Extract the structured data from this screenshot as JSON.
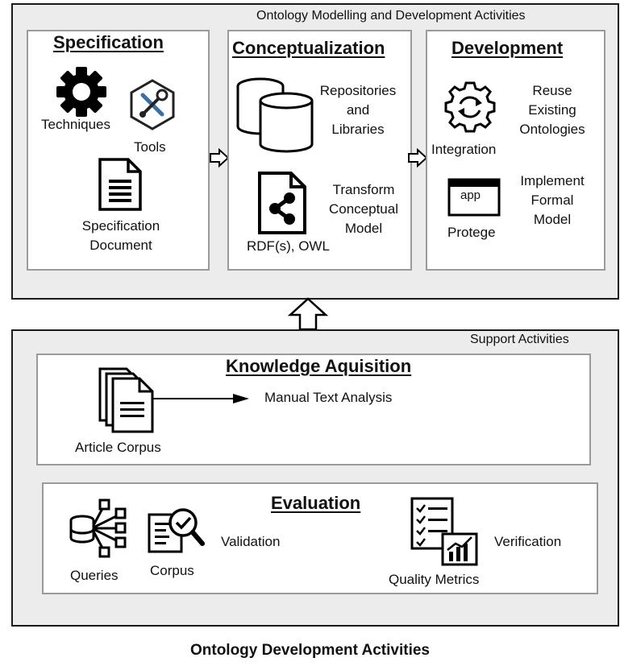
{
  "top_panel": {
    "title": "Ontology Modelling and Development Activities",
    "specification": {
      "heading": "Specification",
      "techniques": "Techniques",
      "tools": "Tools",
      "document_line1": "Specification",
      "document_line2": "Document"
    },
    "conceptualization": {
      "heading": "Conceptualization",
      "repos_line1": "Repositories",
      "repos_line2": "and",
      "repos_line3": "Libraries",
      "transform_line1": "Transform",
      "transform_line2": "Conceptual",
      "transform_line3": "Model",
      "rdf": "RDF(s), OWL"
    },
    "development": {
      "heading": "Development",
      "reuse_line1": "Reuse",
      "reuse_line2": "Existing",
      "reuse_line3": "Ontologies",
      "integration": "Integration",
      "app_label": "app",
      "implement_line1": "Implement",
      "implement_line2": "Formal",
      "implement_line3": "Model",
      "protege": "Protege"
    }
  },
  "bottom_panel": {
    "title": "Support Activities",
    "knowledge": {
      "heading": "Knowledge Aquisition",
      "analysis": "Manual Text Analysis",
      "corpus": "Article Corpus"
    },
    "evaluation": {
      "heading": "Evaluation",
      "queries": "Queries",
      "corpus": "Corpus",
      "validation": "Validation",
      "quality": "Quality Metrics",
      "verification": "Verification"
    }
  },
  "caption": "Ontology Development Activities",
  "icons": [
    "gear-icon",
    "tools-icon",
    "document-icon",
    "database-icon",
    "share-file-icon",
    "sync-gear-icon",
    "app-window-icon",
    "documents-stack-icon",
    "network-database-icon",
    "search-check-icon",
    "checklist-chart-icon",
    "arrow-right-icon",
    "arrow-up-icon"
  ]
}
